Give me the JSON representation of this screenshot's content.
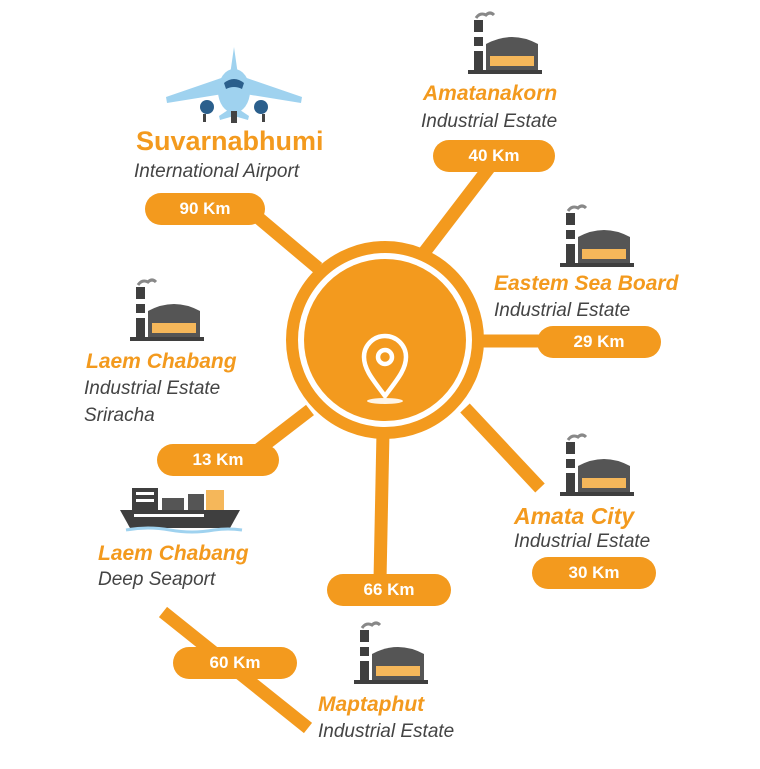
{
  "center": {
    "icon": "location-pin-icon"
  },
  "locations": {
    "airport": {
      "name": "Suvarnabhumi",
      "subtitle": "International Airport",
      "distance": "90 Km",
      "icon": "airplane-icon"
    },
    "amatanakorn": {
      "name": "Amatanakorn",
      "subtitle": "Industrial Estate",
      "distance": "40 Km",
      "icon": "factory-icon"
    },
    "eastern": {
      "name": "Eastem Sea Board",
      "subtitle": "Industrial Estate",
      "distance": "29 Km",
      "icon": "factory-icon"
    },
    "laem_ie": {
      "name": "Laem Chabang",
      "subtitle": "Industrial Estate",
      "subtitle2": "Sriracha",
      "distance": "13 Km",
      "icon": "factory-icon"
    },
    "seaport": {
      "name": "Laem Chabang",
      "subtitle": "Deep Seaport",
      "distance": "66 Km",
      "icon": "cargo-ship-icon"
    },
    "amata": {
      "name": "Amata City",
      "subtitle": "Industrial Estate",
      "distance": "30 Km",
      "icon": "factory-icon"
    },
    "maptaphut": {
      "name": "Maptaphut",
      "subtitle": "Industrial Estate",
      "distance": "60 Km",
      "icon": "factory-icon"
    }
  },
  "colors": {
    "accent": "#f39a1e",
    "text": "#444444",
    "icon": "#3f3f3f"
  }
}
